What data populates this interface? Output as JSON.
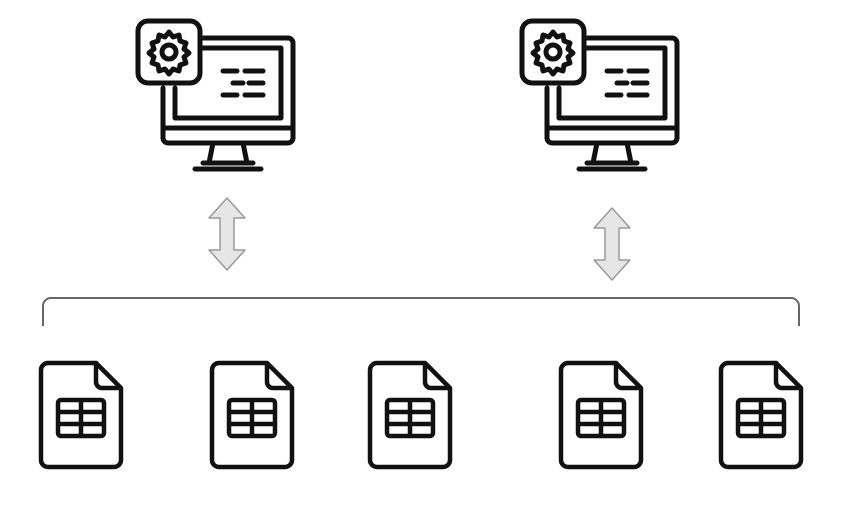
{
  "diagram": {
    "computers": [
      {
        "id": "computer-1",
        "icon": "computer-settings-icon"
      },
      {
        "id": "computer-2",
        "icon": "computer-settings-icon"
      }
    ],
    "arrows": [
      {
        "id": "arrow-1",
        "icon": "double-arrow-vertical-icon"
      },
      {
        "id": "arrow-2",
        "icon": "double-arrow-vertical-icon"
      }
    ],
    "bracket": {
      "icon": "bracket-connector"
    },
    "files": [
      {
        "id": "file-1",
        "icon": "spreadsheet-file-icon"
      },
      {
        "id": "file-2",
        "icon": "spreadsheet-file-icon"
      },
      {
        "id": "file-3",
        "icon": "spreadsheet-file-icon"
      },
      {
        "id": "file-4",
        "icon": "spreadsheet-file-icon"
      },
      {
        "id": "file-5",
        "icon": "spreadsheet-file-icon"
      }
    ],
    "colors": {
      "stroke": "#111111",
      "arrow_fill": "#e6e6e6",
      "arrow_stroke": "#9a9a9a",
      "bracket": "#666666",
      "background": "#ffffff"
    }
  }
}
